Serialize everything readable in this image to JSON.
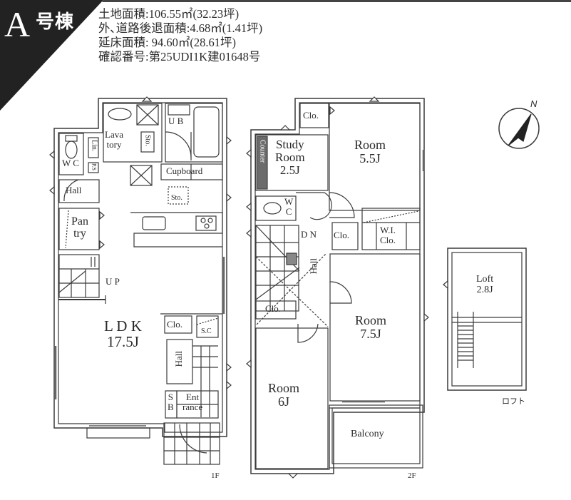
{
  "header": {
    "building_letter": "A",
    "building_suffix": "号棟",
    "info_lines": [
      "土地面積:106.55㎡(32.23坪)",
      "外､道路後退面積:4.68㎡(1.41坪)",
      "延床面積:  94.60㎡(28.61坪)",
      "確認番号:第25UDI1K建01648号"
    ],
    "badge_color": "#222222"
  },
  "floor1": {
    "floor_label": "1F",
    "rooms": {
      "lavatory": "Lava\ntory",
      "lavatory_line1": "Lava",
      "lavatory_line2": "tory",
      "ub": "U B",
      "linen": "Lin.",
      "ps": "P.S",
      "wc": "W C",
      "hall_top": "Hall",
      "cupboard": "Cupboard",
      "sto_lav": "Sto.",
      "sto_kitchen": "Sto.",
      "pantry_line1": "Pan",
      "pantry_line2": "try",
      "up": "U P",
      "ldk_name": "L D K",
      "ldk_size": "17.5J",
      "closet": "Clo.",
      "sc": "S.C",
      "hall_entrance": "Hall",
      "sb_line1": "S",
      "sb_line2": "B",
      "entrance_line1": "Ent",
      "entrance_line2": "rance"
    }
  },
  "floor2": {
    "floor_label": "2F",
    "rooms": {
      "closet_top": "Clo.",
      "study_line1": "Study",
      "study_line2": "Room",
      "study_size": "2.5J",
      "counter": "Counter",
      "room55_name": "Room",
      "room55_size": "5.5J",
      "wc_w": "W",
      "wc_c": "C",
      "dn": "D N",
      "closet_mid": "Clo.",
      "wic_line1": "W.I.",
      "wic_line2": "Clo.",
      "hall": "Hall",
      "closet_stair": "Clo.",
      "room75_name": "Room",
      "room75_size": "7.5J",
      "room6_name": "Room",
      "room6_size": "6J",
      "balcony": "Balcony"
    }
  },
  "loft": {
    "floor_label": "ロフト",
    "name": "Loft",
    "size": "2.8J"
  },
  "compass": {
    "north_label": "N"
  }
}
